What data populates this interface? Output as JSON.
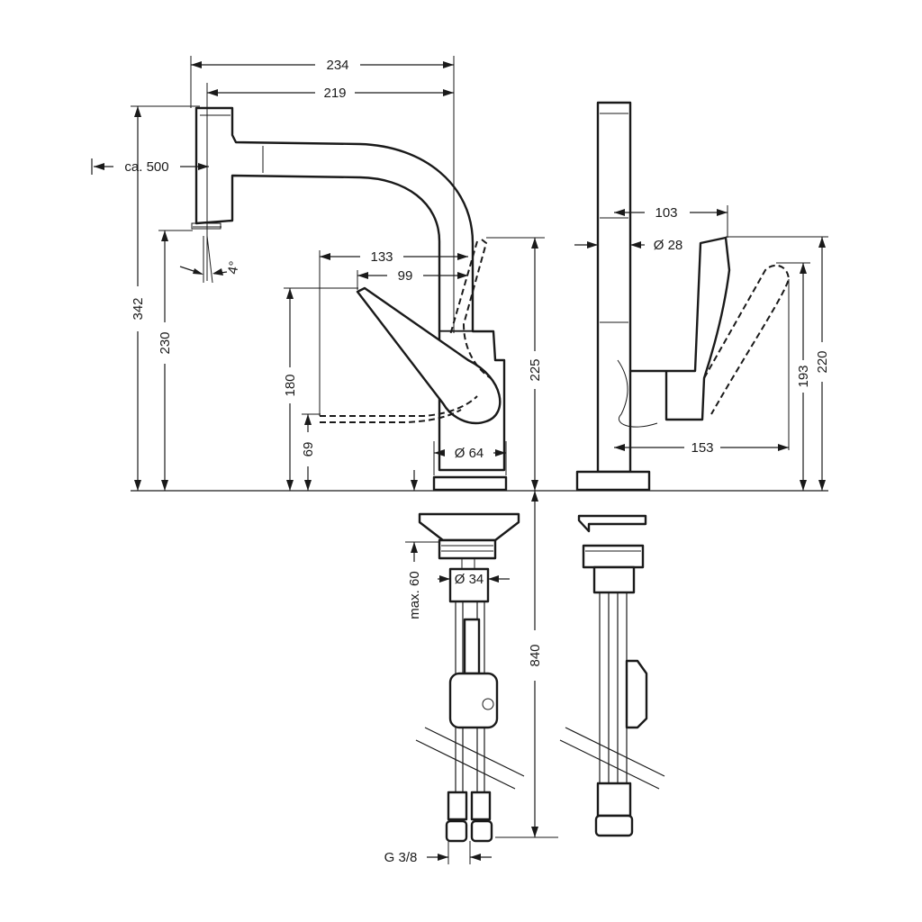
{
  "dimensions": {
    "width_total": "234",
    "width_spout": "219",
    "pull_out": "ca. 500",
    "spout_angle": "4°",
    "height_total": "342",
    "height_spout": "230",
    "lever_reach_open": "133",
    "lever_reach_closed": "99",
    "lever_height": "180",
    "lever_base_height": "69",
    "lever_top_height": "225",
    "base_diameter": "Ø 64",
    "thread_diameter": "Ø 34",
    "max_deck": "max. 60",
    "hose_length": "840",
    "connection": "G 3/8",
    "side_offset": "103",
    "spout_diameter": "Ø 28",
    "side_height_closed": "193",
    "side_height_open": "220",
    "side_lever_reach": "153"
  }
}
